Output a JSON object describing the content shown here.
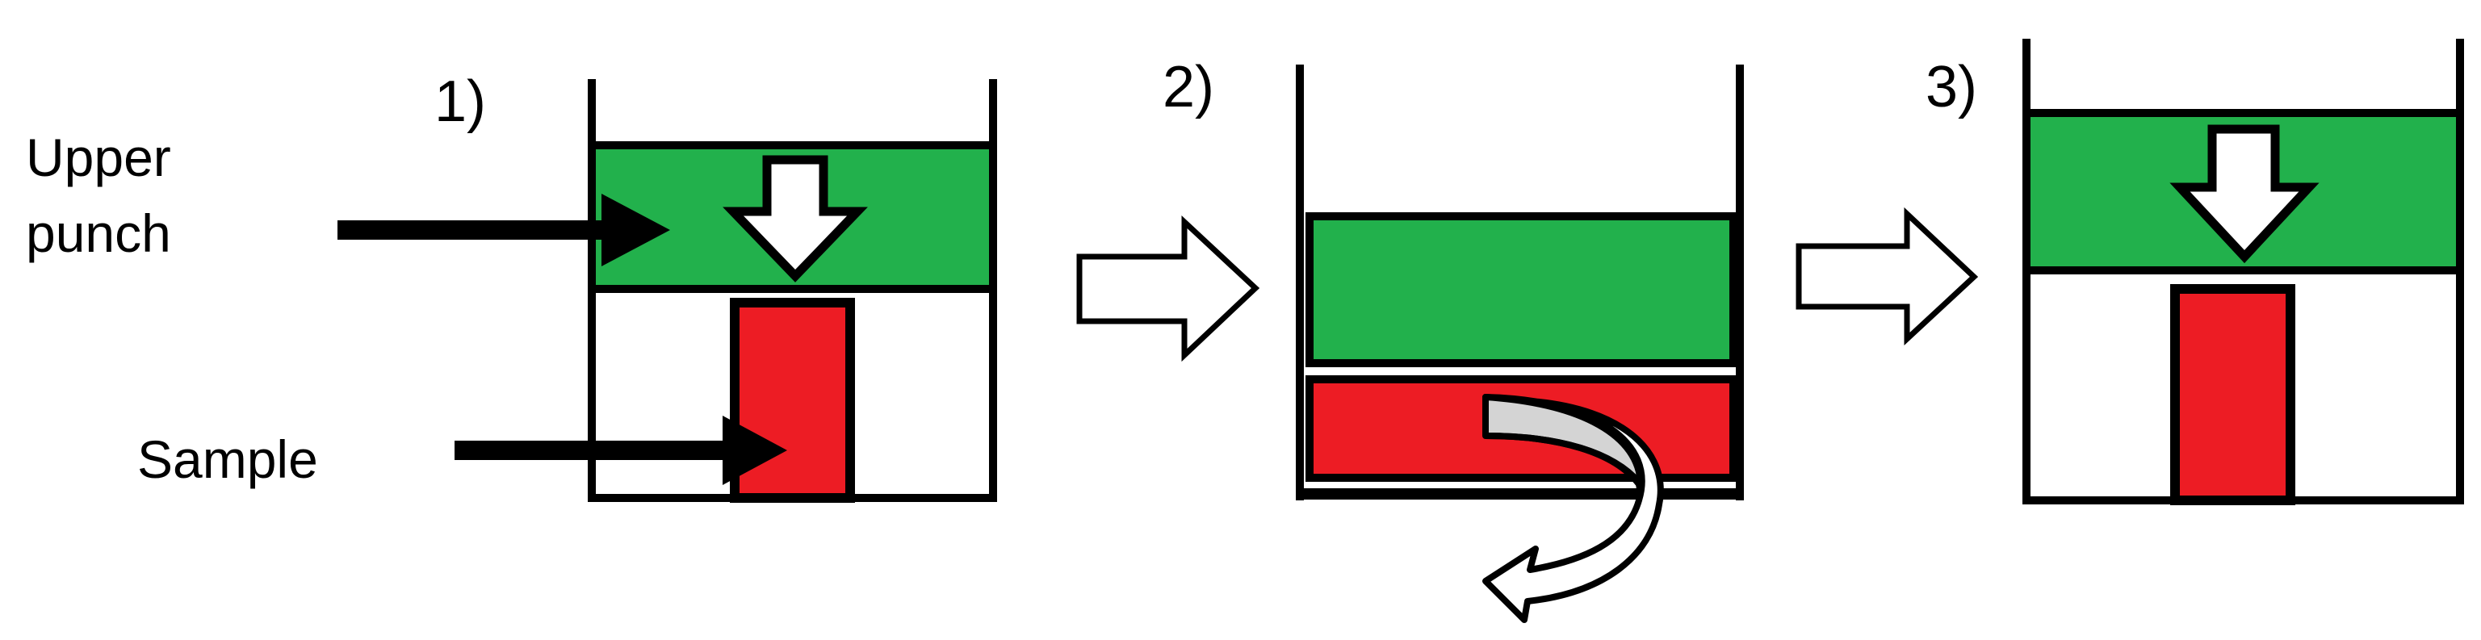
{
  "labels": {
    "upper_punch_line1": "Upper",
    "upper_punch_line2": "punch",
    "sample": "Sample",
    "step1": "1)",
    "step2": "2)",
    "step3": "3)"
  },
  "colors": {
    "punch": "#22b14c",
    "sample": "#ed1c24",
    "outline": "#000000",
    "background": "#ffffff",
    "rotate_arrow": "#d4d4d4"
  },
  "icons": {
    "step_arrow": "right-hollow-arrow-icon",
    "press_arrow": "down-hollow-arrow-icon",
    "rotate_arrow": "curved-rotate-arrow-icon",
    "pointer_arrow": "right-solid-arrow-icon"
  }
}
